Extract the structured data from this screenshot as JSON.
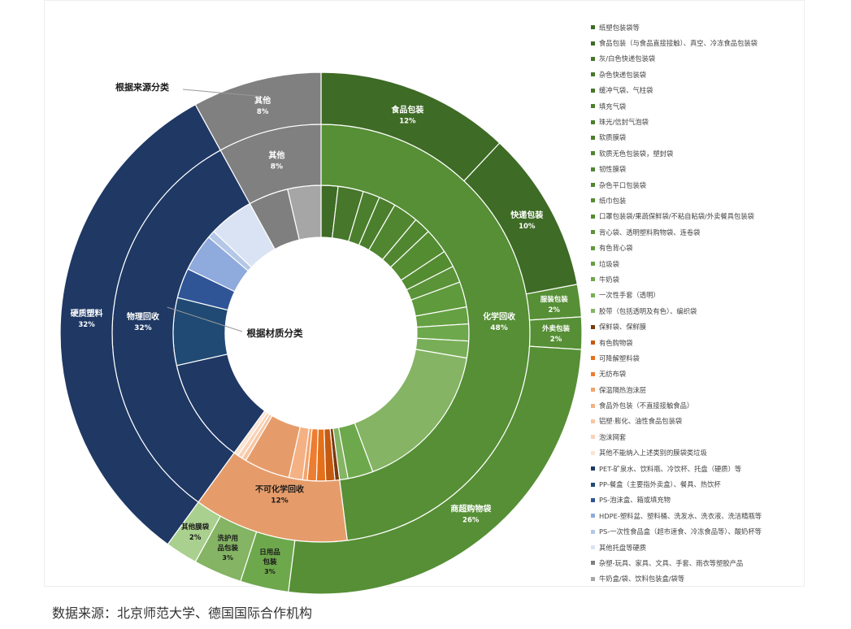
{
  "source": "数据来源：北京师范大学、德国国际合作机构",
  "colors": {
    "chemical": "#568f35",
    "chemical_dark": "#3e6b25",
    "physical": "#1f3864",
    "physical_mid": "#204a73",
    "nonchemical": "#e69c6a",
    "other": "#808080",
    "green_light": "#84b464",
    "separator": "#ffffff"
  },
  "chart_data": {
    "type": "sunburst",
    "title_outer": "根据来源分类",
    "title_inner": "根据材质分类",
    "inner_ring": [
      {
        "name": "化学回收",
        "value": 48,
        "label": "48%"
      },
      {
        "name": "不可化学回收",
        "value": 12,
        "label": "12%"
      },
      {
        "name": "物理回收",
        "value": 32,
        "label": "32%"
      },
      {
        "name": "其他",
        "value": 8,
        "label": "8%"
      }
    ],
    "outer_ring": [
      {
        "name": "食品包装",
        "value": 12,
        "label": "12%"
      },
      {
        "name": "快递包装",
        "value": 10,
        "label": "10%"
      },
      {
        "name": "服装包装",
        "value": 2,
        "label": "2%"
      },
      {
        "name": "外卖包装",
        "value": 2,
        "label": "2%"
      },
      {
        "name": "商超购物袋",
        "value": 26,
        "label": "26%"
      },
      {
        "name": "日用品包装",
        "value": 3,
        "label": "3%"
      },
      {
        "name": "洗护用品包装",
        "value": 3,
        "label": "3%"
      },
      {
        "name": "其他膜袋",
        "value": 2,
        "label": "2%"
      },
      {
        "name": "硬质塑料",
        "value": 32,
        "label": "32%"
      },
      {
        "name": "其他",
        "value": 8,
        "label": "8%"
      }
    ],
    "legend": [
      {
        "label": "纸塑包装袋等",
        "color": "#3e6b25"
      },
      {
        "label": "食品包装（与食品直接接触）、真空、冷冻食品包装袋",
        "color": "#3e6b25"
      },
      {
        "label": "灰/白色快递包装袋",
        "color": "#46772a"
      },
      {
        "label": "杂色快递包装袋",
        "color": "#46772a"
      },
      {
        "label": "缓冲气袋、气柱袋",
        "color": "#46772a"
      },
      {
        "label": "填充气袋",
        "color": "#4b7f2d"
      },
      {
        "label": "珠光/信封气泡袋",
        "color": "#4b7f2d"
      },
      {
        "label": "软质膜袋",
        "color": "#4b7f2d"
      },
      {
        "label": "软质无色包装袋，塑封袋",
        "color": "#508630"
      },
      {
        "label": "韧性膜袋",
        "color": "#508630"
      },
      {
        "label": "杂色平口包装袋",
        "color": "#508630"
      },
      {
        "label": "纸巾包装",
        "color": "#548c32"
      },
      {
        "label": "口罩包装袋/果蔬保鲜袋/不粘自粘袋/外卖餐具包装袋",
        "color": "#548c32"
      },
      {
        "label": "背心袋、透明塑料购物袋、连卷袋",
        "color": "#5a9338"
      },
      {
        "label": "有色背心袋",
        "color": "#5f9a3c"
      },
      {
        "label": "垃圾袋",
        "color": "#65a042"
      },
      {
        "label": "牛奶袋",
        "color": "#6ea84c"
      },
      {
        "label": "一次性手套（透明）",
        "color": "#78ae57"
      },
      {
        "label": "胶带（包括透明及有色）、编织袋",
        "color": "#84b464"
      },
      {
        "label": "保鲜袋、保鲜膜",
        "color": "#7a3a0c"
      },
      {
        "label": "有色购物袋",
        "color": "#c55a11"
      },
      {
        "label": "可降解塑料袋",
        "color": "#e5701a"
      },
      {
        "label": "无纺布袋",
        "color": "#ed7d31"
      },
      {
        "label": "保温隔热泡沫层",
        "color": "#f2a46f"
      },
      {
        "label": "食品外包装（不直接接触食品）",
        "color": "#f4b183"
      },
      {
        "label": "铝塑·膨化、油性食品包装袋",
        "color": "#f7c6a4"
      },
      {
        "label": "泡沫网套",
        "color": "#f9d3b8"
      },
      {
        "label": "其他不能纳入上述类别的膜袋类垃圾",
        "color": "#fbe3d2"
      },
      {
        "label": "PET-矿泉水、饮料瓶、冷饮杯、托盘（硬质）等",
        "color": "#1f3864"
      },
      {
        "label": "PP-餐盒（主要指外卖盒）、餐具、热饮杯",
        "color": "#204a73"
      },
      {
        "label": "PS-泡沫盒、箱或填充物",
        "color": "#2f5597"
      },
      {
        "label": "HDPE-塑料盆、塑料桶、洗发水、洗衣液、洗洁精瓶等",
        "color": "#8faadc"
      },
      {
        "label": "PS-一次性食品盒（超市速食、冷冻食品等）、酸奶杯等",
        "color": "#b4c7e7"
      },
      {
        "label": "其他托盘等硬质",
        "color": "#dae3f3"
      },
      {
        "label": "杂塑-玩具、家具、文具、手套、雨衣等塑胶产品",
        "color": "#7f7f7f"
      },
      {
        "label": "牛奶盒/袋、饮料包装盒/袋等",
        "color": "#a6a6a6"
      }
    ]
  }
}
